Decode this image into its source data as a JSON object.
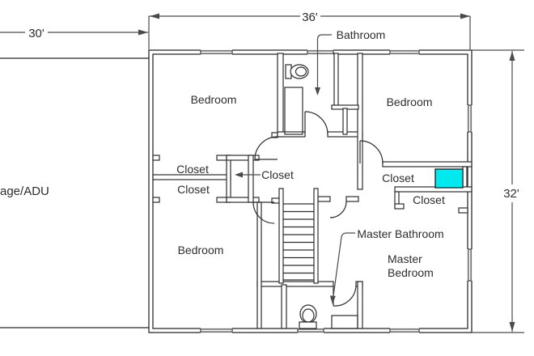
{
  "dimensions": {
    "top": "36'",
    "left": "30'",
    "right": "32'"
  },
  "rooms": {
    "bedroom_top_left": "Bedroom",
    "bedroom_top_right": "Bedroom",
    "bedroom_bottom_left": "Bedroom",
    "bathroom": "Bathroom",
    "closet_left_upper": "Closet",
    "closet_left_lower": "Closet",
    "closet_hall": "Closet",
    "closet_right_upper": "Closet",
    "closet_right_lower": "Closet",
    "master_bathroom": "Master Bathroom",
    "master_bedroom_line1": "Master",
    "master_bedroom_line2": "Bedroom",
    "adu_label": "age/ADU"
  },
  "colors": {
    "wall_line": "#2d2d2d",
    "thin_line": "#4a4a4a",
    "highlight_fill": "#00e9ef",
    "highlight_stroke": "#1f2a2a"
  }
}
